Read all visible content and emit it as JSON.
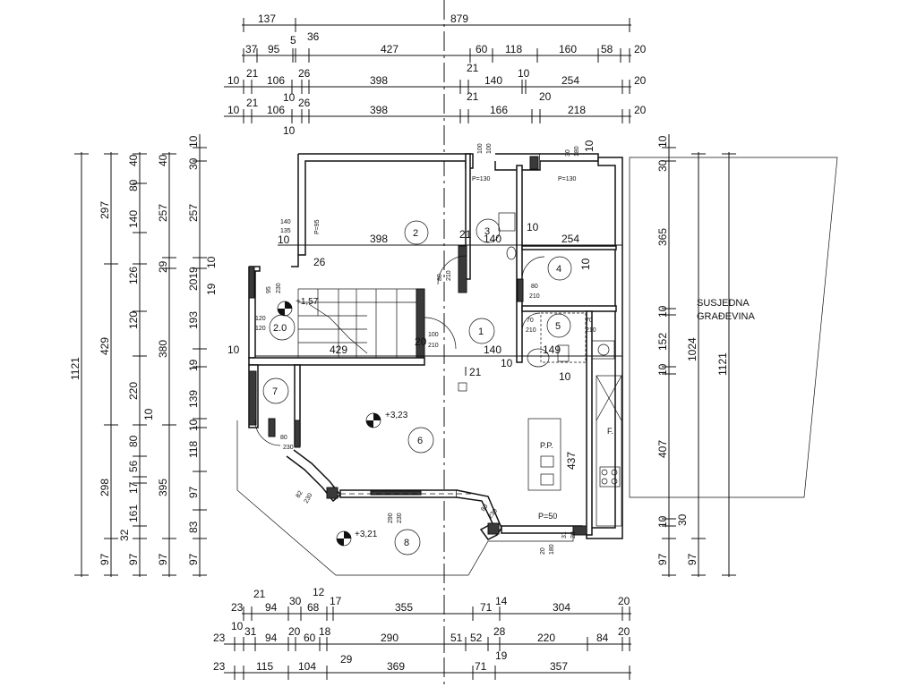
{
  "top_chains": [
    [
      "137",
      "879"
    ],
    [
      "37",
      "95",
      "5",
      "36",
      "427",
      "60",
      "118",
      "160",
      "58",
      "20"
    ],
    [
      "10",
      "21",
      "106",
      "26",
      "398",
      "21",
      "140",
      "10",
      "254",
      "20"
    ],
    [
      "10",
      "21",
      "106",
      "26",
      "10",
      "398",
      "21",
      "166",
      "20",
      "218",
      "20"
    ],
    [
      "10",
      "10"
    ]
  ],
  "bottom_chains": [
    [
      "23",
      "21",
      "94",
      "30",
      "12",
      "68",
      "17",
      "355",
      "14",
      "71",
      "304",
      "20"
    ],
    [
      "10",
      "23",
      "31",
      "94",
      "20",
      "60",
      "18",
      "290",
      "51",
      "52",
      "28",
      "220",
      "84",
      "20"
    ],
    [
      "23",
      "115",
      "104",
      "29",
      "369",
      "71",
      "19",
      "357"
    ]
  ],
  "left_chains": [
    [
      "1121"
    ],
    [
      "297",
      "429",
      "298",
      "97"
    ],
    [
      "40",
      "80",
      "140",
      "126",
      "120",
      "220",
      "10",
      "80",
      "56",
      "17",
      "161",
      "32",
      "97"
    ],
    [
      "40",
      "257",
      "29",
      "380",
      "395",
      "97"
    ],
    [
      "10",
      "30",
      "257",
      "2019",
      "10",
      "19",
      "193",
      "19",
      "139",
      "10",
      "118",
      "97",
      "83",
      "97"
    ]
  ],
  "right_chains": [
    [
      "10",
      "30",
      "365",
      "10",
      "152",
      "10",
      "407",
      "10",
      "30",
      "97"
    ],
    [
      "1024"
    ],
    [
      "1121"
    ]
  ],
  "rooms": [
    {
      "num": "1"
    },
    {
      "num": "2"
    },
    {
      "num": "3"
    },
    {
      "num": "4"
    },
    {
      "num": "5"
    },
    {
      "num": "6"
    },
    {
      "num": "7"
    },
    {
      "num": "8"
    }
  ],
  "stair_label": "2.0",
  "levels": [
    "+1,57",
    "+3,23",
    "+3,21"
  ],
  "neighbor_label": [
    "SUSJEDNA",
    "GRAĐEVINA"
  ],
  "appliance_labels": [
    "P.P.",
    "F.",
    "P=50",
    "P=130",
    "P=130",
    "P=95"
  ],
  "interior_dims": [
    "398",
    "140",
    "254",
    "140",
    "149",
    "429",
    "120",
    "120",
    "26",
    "10",
    "10",
    "20",
    "21",
    "21",
    "10",
    "10",
    "10",
    "80",
    "210",
    "80",
    "210",
    "70",
    "210",
    "70",
    "210",
    "95",
    "230",
    "100",
    "210",
    "80",
    "230",
    "82",
    "230",
    "290",
    "230",
    "80",
    "230",
    "20",
    "180",
    "31",
    "20",
    "437",
    "140",
    "135",
    "10",
    "100",
    "100",
    "30",
    "180",
    "10"
  ]
}
